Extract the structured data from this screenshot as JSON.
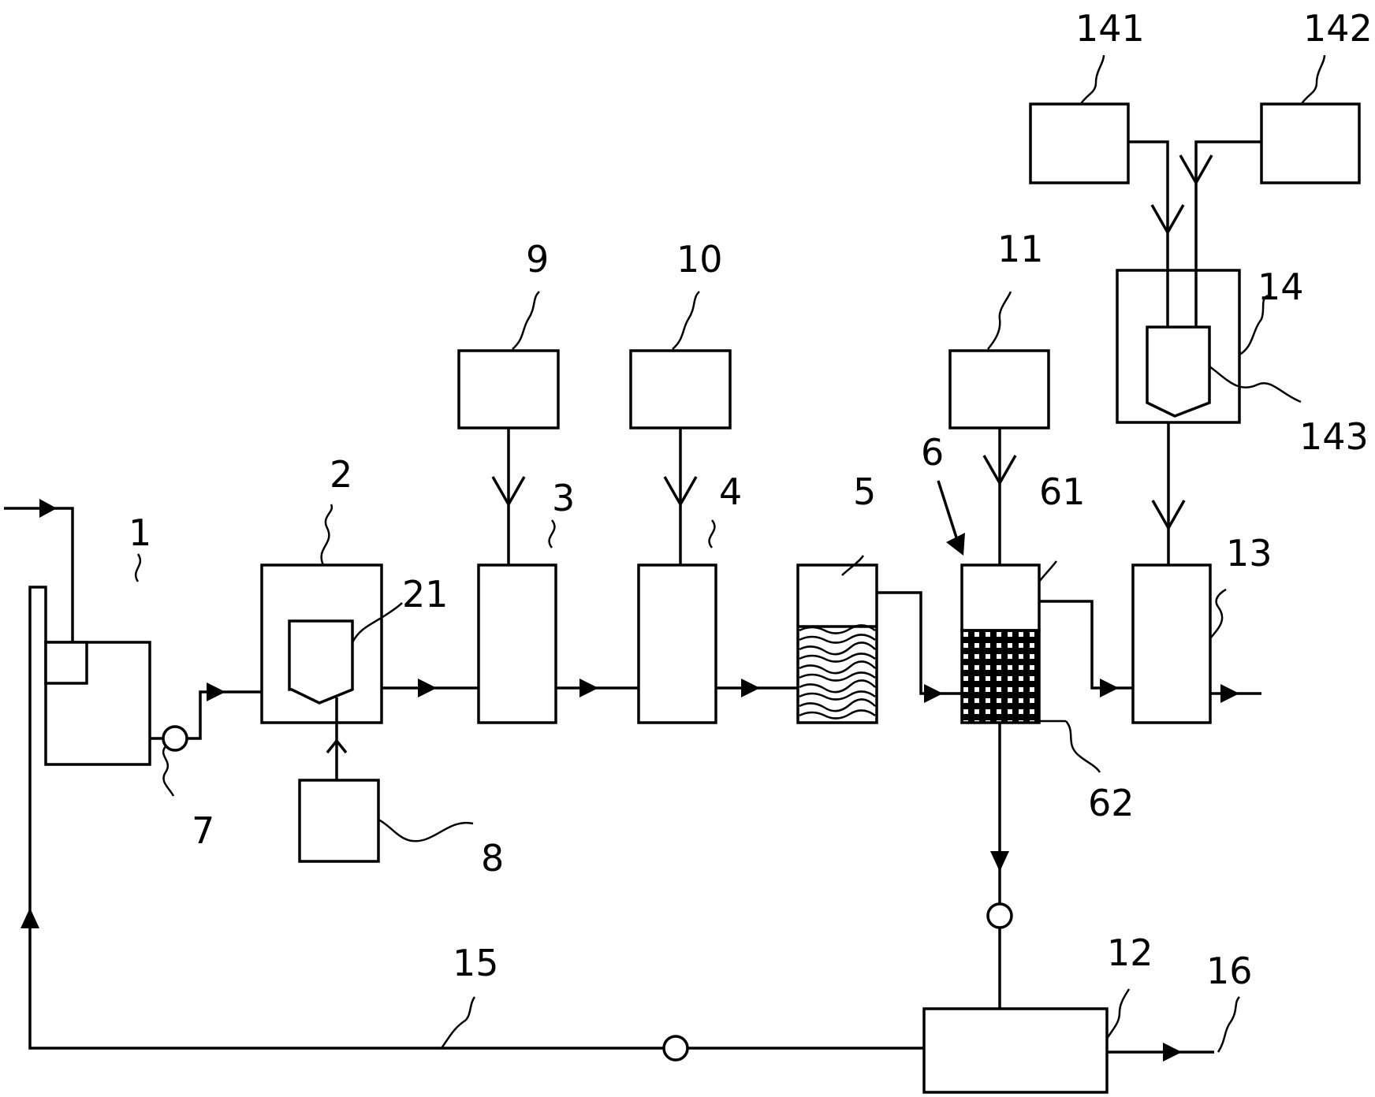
{
  "labels": {
    "l1": "1",
    "l2": "2",
    "l3": "3",
    "l4": "4",
    "l5": "5",
    "l6": "6",
    "l7": "7",
    "l8": "8",
    "l9": "9",
    "l10": "10",
    "l11": "11",
    "l12": "12",
    "l13": "13",
    "l14": "14",
    "l15": "15",
    "l16": "16",
    "l21": "21",
    "l61": "61",
    "l62": "62",
    "l141": "141",
    "l142": "142",
    "l143": "143"
  }
}
